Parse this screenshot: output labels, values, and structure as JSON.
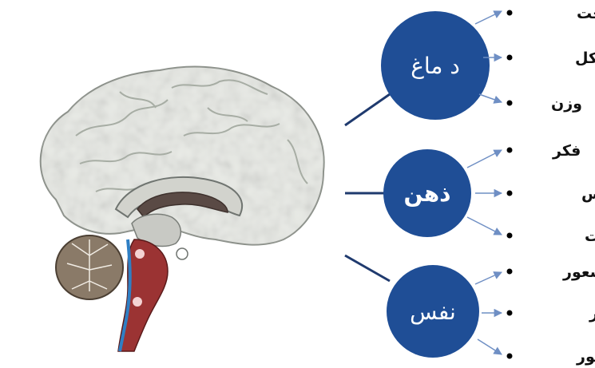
{
  "colors": {
    "circle_fill": "#1f4e96",
    "connector": "#1f3a6e",
    "arrow": "#6f8fc4",
    "bullet": "#000000"
  },
  "illustration": {
    "subject": "brain-sagittal-section"
  },
  "groups": [
    {
      "label": "د ماغ",
      "items": [
        "ساخت",
        "شکل",
        "وزن"
      ]
    },
    {
      "label": "ذهن",
      "items": [
        "فکر",
        "احسا س",
        "یا دا بت"
      ]
    },
    {
      "label": "نفس",
      "items": [
        "شعور",
        "زیرشعور",
        "لاشعور"
      ]
    }
  ]
}
